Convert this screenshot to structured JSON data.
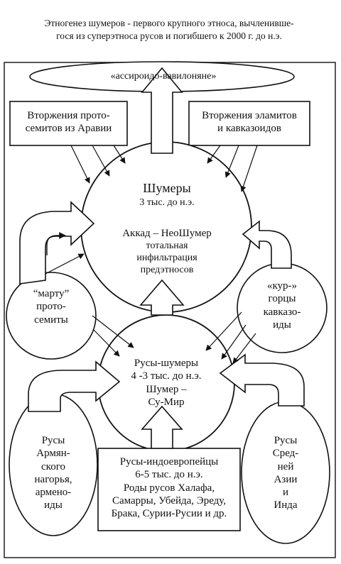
{
  "header": {
    "line1": "Этногенез шумеров - первого крупного этноса, вычленивше-",
    "line2": "гося из суперэтноса русов  и погибшего к 2000 г. до н.э."
  },
  "nodes": {
    "assyro": {
      "label": "«ассироидо-вавилоняне»"
    },
    "sem_inv": {
      "line1": "Вторжения прото-",
      "line2": "семитов из Аравии"
    },
    "elam_inv": {
      "line1": "Вторжения эламитов",
      "line2": "и  кавказоидов"
    },
    "sumer": {
      "title": "Шумеры",
      "date": "3 тыс. до н.э.",
      "line3": "Аккад – НеоШумер",
      "line4": "тотальная",
      "line5": "инфильтрация",
      "line6": "предэтносов"
    },
    "martu": {
      "line1": "“марту”",
      "line2": "прото-",
      "line3": "семиты"
    },
    "kur": {
      "line1": "«кур-»",
      "line2": "горцы",
      "line3": "кавказо-",
      "line4": "иды"
    },
    "rus_sumer": {
      "line1": "Русы-шумеры",
      "line2": "4 -3 тыс. до н.э.",
      "line3": "Шумер –",
      "line4": "Су-Мир"
    },
    "armenian": {
      "line1": "Русы",
      "line2": "Армян-",
      "line3": "ского",
      "line4": "нагорья,",
      "line5": "армено-",
      "line6": "иды"
    },
    "asia": {
      "line1": "Русы",
      "line2": "Сред-",
      "line3": "ней",
      "line4": "Азии",
      "line5": "и",
      "line6": "Инда"
    },
    "indoeuro": {
      "line1": "Русы-индоевропейцы",
      "line2": "6-5 тыс. до н.э.",
      "line3": "Роды русов Халафа,",
      "line4": "Самарры, Убейда, Эреду,",
      "line5": "Брака, Сурии-Русии и др."
    }
  }
}
